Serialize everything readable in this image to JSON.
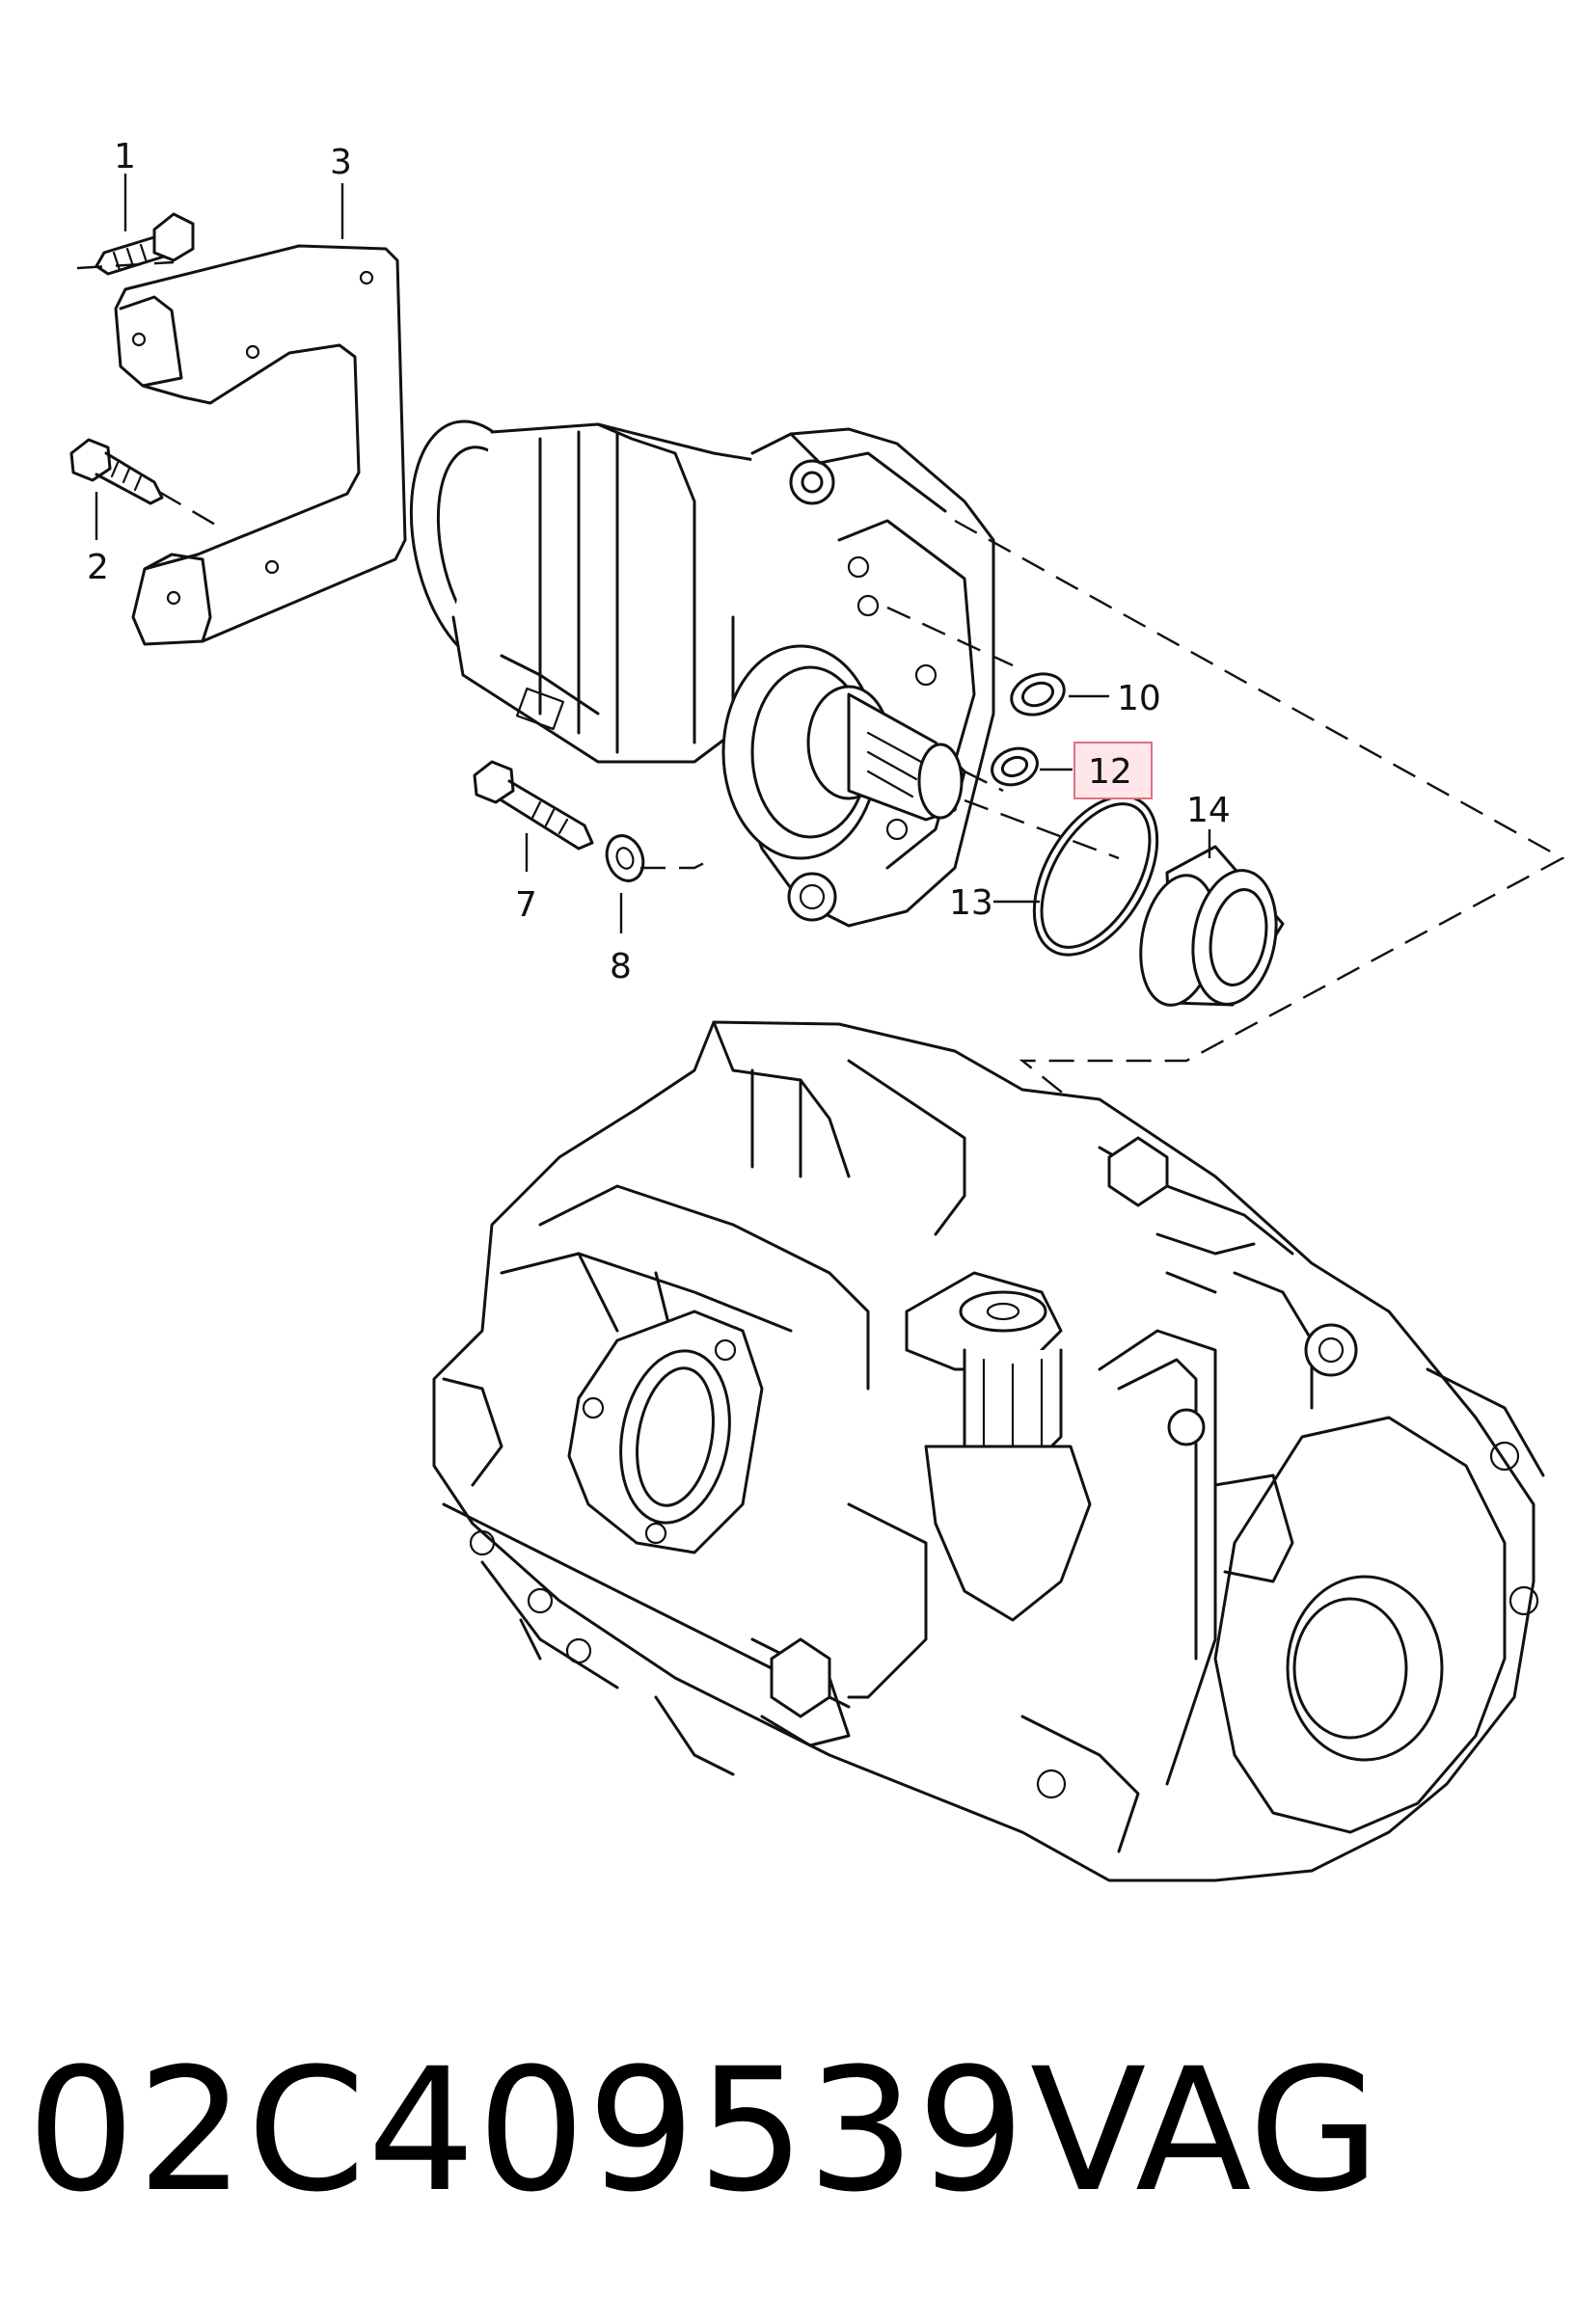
{
  "callouts": {
    "c1": "1",
    "c2": "2",
    "c3": "3",
    "c7": "7",
    "c8": "8",
    "c10": "10",
    "c12": "12",
    "c13": "13",
    "c14": "14"
  },
  "highlighted_callout": "12",
  "caption": {
    "part_number": "02C409539",
    "brand": "VAG"
  },
  "colors": {
    "highlight_fill": "#ffe6ea",
    "highlight_stroke": "#e0707f",
    "line": "#111111"
  }
}
